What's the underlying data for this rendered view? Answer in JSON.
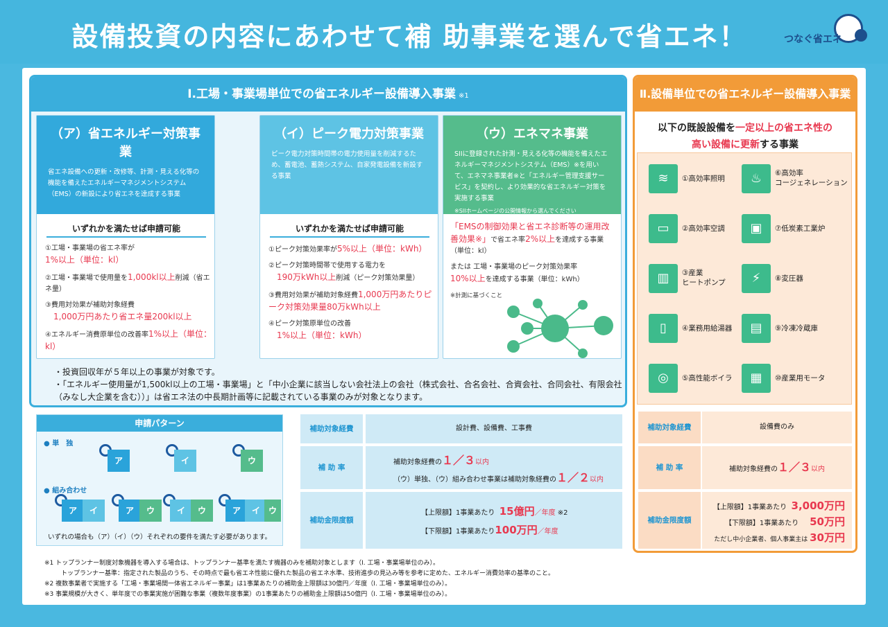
{
  "header": {
    "title": "設備投資の内容にあわせて補 助事業を選んで省エネ！",
    "logo_text": "つなぐ省エネ"
  },
  "section1": {
    "title": "Ⅰ.工場・事業場単位での省エネルギー設備導入事業",
    "note_mark": "※1",
    "columns": [
      {
        "title": "（ア）省エネルギー対策事業",
        "desc": "省エネ設備への更新・改修等、計測・見える化等の機能を備えたエネルギーマネジメントシステム（EMS）の新設により省エネを達成する事業",
        "sub": "いずれかを満たせば申請可能",
        "items": [
          {
            "pre": "①工場・事業場の省エネ率が",
            "hl": "1%以上（単位：kl）",
            "post": ""
          },
          {
            "pre": "②工場・事業場で使用量を",
            "hl": "1,000kl以上",
            "post": "削減（省エネ量）"
          },
          {
            "pre": "③費用対効果が補助対象経費",
            "hl": "1,000万円あたり省エネ量200kl以上",
            "post": ""
          },
          {
            "pre": "④エネルギー消費原単位の改善率",
            "hl": "1%以上（単位：kl）",
            "post": ""
          }
        ]
      },
      {
        "title": "（イ）ピーク電力対策事業",
        "desc": "ピーク電力対策時間帯の電力使用量を削減するため、蓄電池、蓄熱システム、自家発電設備を新設する事業",
        "sub": "いずれかを満たせば申請可能",
        "items": [
          {
            "pre": "①ピーク対策効果率が",
            "hl": "5%以上（単位：kWh）",
            "post": ""
          },
          {
            "pre": "②ピーク対策時間帯で使用する電力を",
            "hl": "190万kWh以上",
            "post": "削減（ピーク対策効果量）"
          },
          {
            "pre": "③費用対効果が補助対象経費",
            "hl": "1,000万円あたりピーク対策効果量80万kWh以上",
            "post": ""
          },
          {
            "pre": "④ピーク対策原単位の改善",
            "hl": "1%以上（単位：kWh）",
            "post": ""
          }
        ]
      },
      {
        "title": "（ウ）エネマネ事業",
        "desc": "SIIに登録された計測・見える化等の機能を備えたエネルギーマネジメントシステム（EMS）※を用いて、エネマネ事業者※と「エネルギー管理支援サービス」を契約し、より効果的な省エネルギー対策を実施する事業",
        "note": "※SIIホームページの公開情報から選んでください",
        "text1_hl": "「EMSの制御効果と省エネ診断等の運用改善効果※」",
        "text1_post": "で省エネ率",
        "text1_hl2": "2%以上",
        "text1_end": "を達成する事業",
        "text2": "（単位：kl）",
        "text3_pre": "または 工場・事業場のピーク対策効果率",
        "text3_hl": "10%以上",
        "text3_post": "を達成する事業（単位：kWh）",
        "text4": "※計測に基づくこと"
      }
    ],
    "bullets": [
      "・投資回収年が５年以上の事業が対象です。",
      "・「エネルギー使用量が1,500kl以上の工場・事業場」と「中小企業に該当しない会社法上の会社（株式会社、合名会社、合資会社、合同会社、有限会社（みなし大企業を含む））」は省エネ法の中長期計画等に記載されている事業のみが対象となります。"
    ]
  },
  "pattern": {
    "title": "申請パターン",
    "single_label": "● 単　独",
    "combo_label": "● 組み合わせ",
    "pieces": {
      "a": "ア",
      "b": "イ",
      "c": "ウ"
    },
    "footer": "いずれの場合も（ア）（イ）（ウ）それぞれの要件を満たす必要があります。"
  },
  "table1": {
    "rows": [
      {
        "label": "補助対象経費",
        "text": "設計費、設備費、工事費"
      },
      {
        "label": "補 助 率",
        "line1_pre": "補助対象経費の",
        "line1_hl": "１／３",
        "line1_post": "以内",
        "line2_pre": "（ウ）単独、（ウ）組み合わせ事業は補助対象経費の",
        "line2_hl": "１／２",
        "line2_post": "以内"
      },
      {
        "label": "補助金限度額",
        "upper_pre": "【上限額】1事業あたり",
        "upper_hl": "15億円",
        "upper_post": "／年度",
        "upper_note": "※2",
        "lower_pre": "【下限額】1事業あたり",
        "lower_hl": "100万円",
        "lower_post": "／年度"
      }
    ]
  },
  "section2": {
    "title": "Ⅱ.設備単位での省エネルギー設備導入事業",
    "intro_pre": "以下の既設設備を",
    "intro_hl1": "一定以上の省エネ性の",
    "intro_hl2": "高い設備に更新",
    "intro_post": "する事業",
    "equipment": [
      "①高効率照明",
      "②高効率空調",
      "③産業\nヒートポンプ",
      "④業務用給湯器",
      "⑤高性能ボイラ",
      "⑥高効率\nコージェネレーション",
      "⑦低炭素工業炉",
      "⑧変圧器",
      "⑨冷凍冷蔵庫",
      "⑩産業用モータ"
    ]
  },
  "table2": {
    "rows": [
      {
        "label": "補助対象経費",
        "text": "設備費のみ"
      },
      {
        "label": "補 助 率",
        "pre": "補助対象経費の",
        "hl": "１／３",
        "post": "以内"
      },
      {
        "label": "補助金限度額",
        "upper_pre": "【上限額】1事業あたり",
        "upper_hl": "3,000万円",
        "lower_pre": "【下限額】1事業あたり",
        "lower_hl": "50万円",
        "note_pre": "ただし中小企業者、個人事業主は",
        "note_hl": "30万円"
      }
    ]
  },
  "notes": [
    "※1 トップランナー制度対象機器を導入する場合は、トップランナー基準を満たす機器のみを補助対象とします（Ⅰ. 工場・事業場単位のみ）。",
    "トップランナー基準：指定された製品のうち、その時点で最も省エネ性能に優れた製品の省エネ水準、技術進歩の見込み等を参考に定めた、エネルギー消費効率の基準のこと。",
    "※2 複数事業者で実施する「工場・事業場間一体省エネルギー事業」は1事業あたりの補助金上限額は30億円／年度（Ⅰ. 工場・事業場単位のみ）。",
    "※3 事業規模が大きく、単年度での事業実施が困難な事業（複数年度事業）の1事業あたりの補助金上限額は50億円（Ⅰ. 工場・事業場単位のみ）。"
  ]
}
